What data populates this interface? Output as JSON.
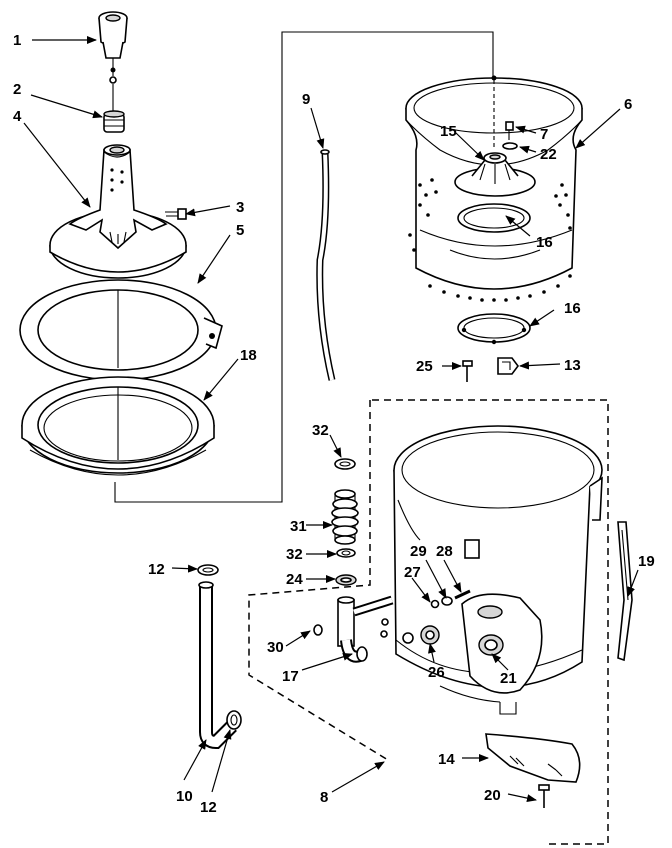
{
  "part_labels": [
    {
      "id": "label-1",
      "text": "1"
    },
    {
      "id": "label-2",
      "text": "2"
    },
    {
      "id": "label-4",
      "text": "4"
    },
    {
      "id": "label-3",
      "text": "3"
    },
    {
      "id": "label-5",
      "text": "5"
    },
    {
      "id": "label-18",
      "text": "18"
    },
    {
      "id": "label-9",
      "text": "9"
    },
    {
      "id": "label-15",
      "text": "15"
    },
    {
      "id": "label-7",
      "text": "7"
    },
    {
      "id": "label-22",
      "text": "22"
    },
    {
      "id": "label-6",
      "text": "6"
    },
    {
      "id": "label-16a",
      "text": "16"
    },
    {
      "id": "label-16b",
      "text": "16"
    },
    {
      "id": "label-25",
      "text": "25"
    },
    {
      "id": "label-13",
      "text": "13"
    },
    {
      "id": "label-32a",
      "text": "32"
    },
    {
      "id": "label-31",
      "text": "31"
    },
    {
      "id": "label-32b",
      "text": "32"
    },
    {
      "id": "label-24",
      "text": "24"
    },
    {
      "id": "label-12a",
      "text": "12"
    },
    {
      "id": "label-29",
      "text": "29"
    },
    {
      "id": "label-28",
      "text": "28"
    },
    {
      "id": "label-27",
      "text": "27"
    },
    {
      "id": "label-30",
      "text": "30"
    },
    {
      "id": "label-17",
      "text": "17"
    },
    {
      "id": "label-26",
      "text": "26"
    },
    {
      "id": "label-21",
      "text": "21"
    },
    {
      "id": "label-19",
      "text": "19"
    },
    {
      "id": "label-10",
      "text": "10"
    },
    {
      "id": "label-12b",
      "text": "12"
    },
    {
      "id": "label-8",
      "text": "8"
    },
    {
      "id": "label-14",
      "text": "14"
    },
    {
      "id": "label-20",
      "text": "20"
    }
  ]
}
